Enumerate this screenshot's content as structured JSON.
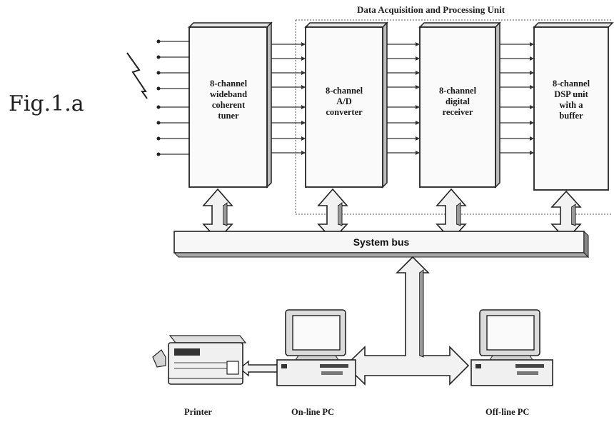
{
  "figure_label": "Fig.1.a",
  "unit_title": "Data Acquisition and Processing Unit",
  "blocks": [
    {
      "lines": [
        "8-channel",
        "wideband",
        "coherent",
        "tuner"
      ]
    },
    {
      "lines": [
        "8-channel",
        "A/D",
        "converter"
      ]
    },
    {
      "lines": [
        "8-channel",
        "digital",
        "receiver"
      ]
    },
    {
      "lines": [
        "8-channel",
        "DSP unit",
        "with a",
        "buffer"
      ]
    }
  ],
  "system_bus_label": "System bus",
  "devices": {
    "printer": "Printer",
    "online_pc": "On-line PC",
    "offline_pc": "Off-line PC"
  },
  "antenna_icon": "lightning-bolt-icon"
}
